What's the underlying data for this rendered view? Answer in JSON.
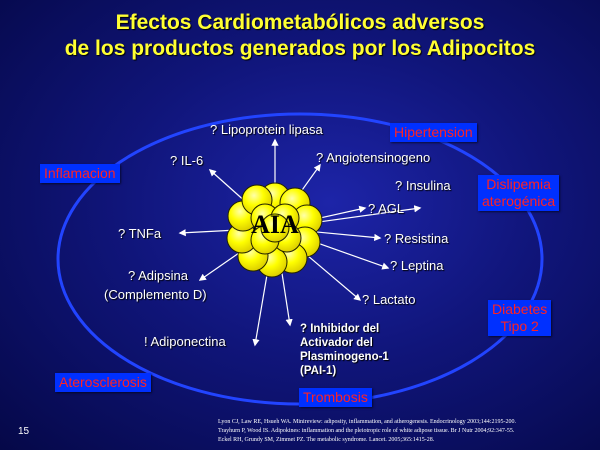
{
  "title": {
    "line1": "Efectos Cardiometabólicos adversos",
    "line2": "de los productos generados por los Adipocitos"
  },
  "center_label": "AIA",
  "products": {
    "lipoprotein_lipasa": "? Lipoprotein lipasa",
    "il6": "? IL-6",
    "angiotensinogeno": "? Angiotensinogeno",
    "insulina": "? Insulina",
    "agl": "? AGL",
    "tnfa": "? TNFa",
    "resistina": "? Resistina",
    "leptina": "? Leptina",
    "adipsina_line1": "? Adipsina",
    "adipsina_line2": "(Complemento D)",
    "lactato": "? Lactato",
    "adiponectina": "! Adiponectina",
    "pai_line1": "? Inhibidor del",
    "pai_line2": "Activador del",
    "pai_line3": "Plasminogeno-1",
    "pai_line4": "(PAI-1)"
  },
  "effects": {
    "hipertension": "Hipertension",
    "inflamacion": "Inflamacion",
    "dislipemia_line1": "Dislipemia",
    "dislipemia_line2": "aterogénica",
    "diabetes_line1": "Diabetes",
    "diabetes_line2": "Tipo 2",
    "aterosclerosis": "Aterosclerosis",
    "trombosis": "Trombosis"
  },
  "page_number": "15",
  "references": [
    "Lyon CJ, Law RE, Hsueh WA. Minireview: adiposity, inflammation, and atherogenesis. Endocrinology 2003;144:2195-200.",
    "Trayhurn P, Wood IS. Adipokines: inflammation and the pleiotropic role of white adipose tissue. Br J Nutr 2004;92:347-55.",
    "Eckel RH, Grundy SM, Zimmet PZ. The metabolic syndrome. Lancet. 2005;365:1415-28."
  ],
  "colors": {
    "title": "#ffff33",
    "box_bg": "#0030ff",
    "box_text": "#ff2222",
    "cell_fill": "#ffff00",
    "ellipse": "#2244ff"
  }
}
